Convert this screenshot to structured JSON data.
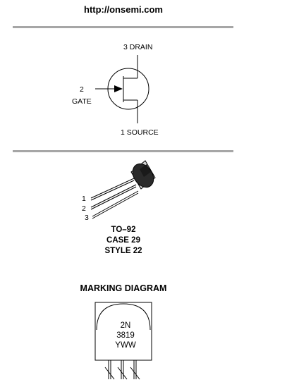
{
  "header": {
    "url": "http://onsemi.com"
  },
  "symbol": {
    "drain_label": "3 DRAIN",
    "gate_number": "2",
    "gate_label": "GATE",
    "source_label": "1 SOURCE"
  },
  "package": {
    "pin_labels": [
      "1",
      "2",
      "3"
    ],
    "lines": [
      "TO–92",
      "CASE 29",
      "STYLE 22"
    ]
  },
  "marking": {
    "title": "MARKING DIAGRAM",
    "lines": [
      "2N",
      "3819",
      "YWW"
    ]
  }
}
